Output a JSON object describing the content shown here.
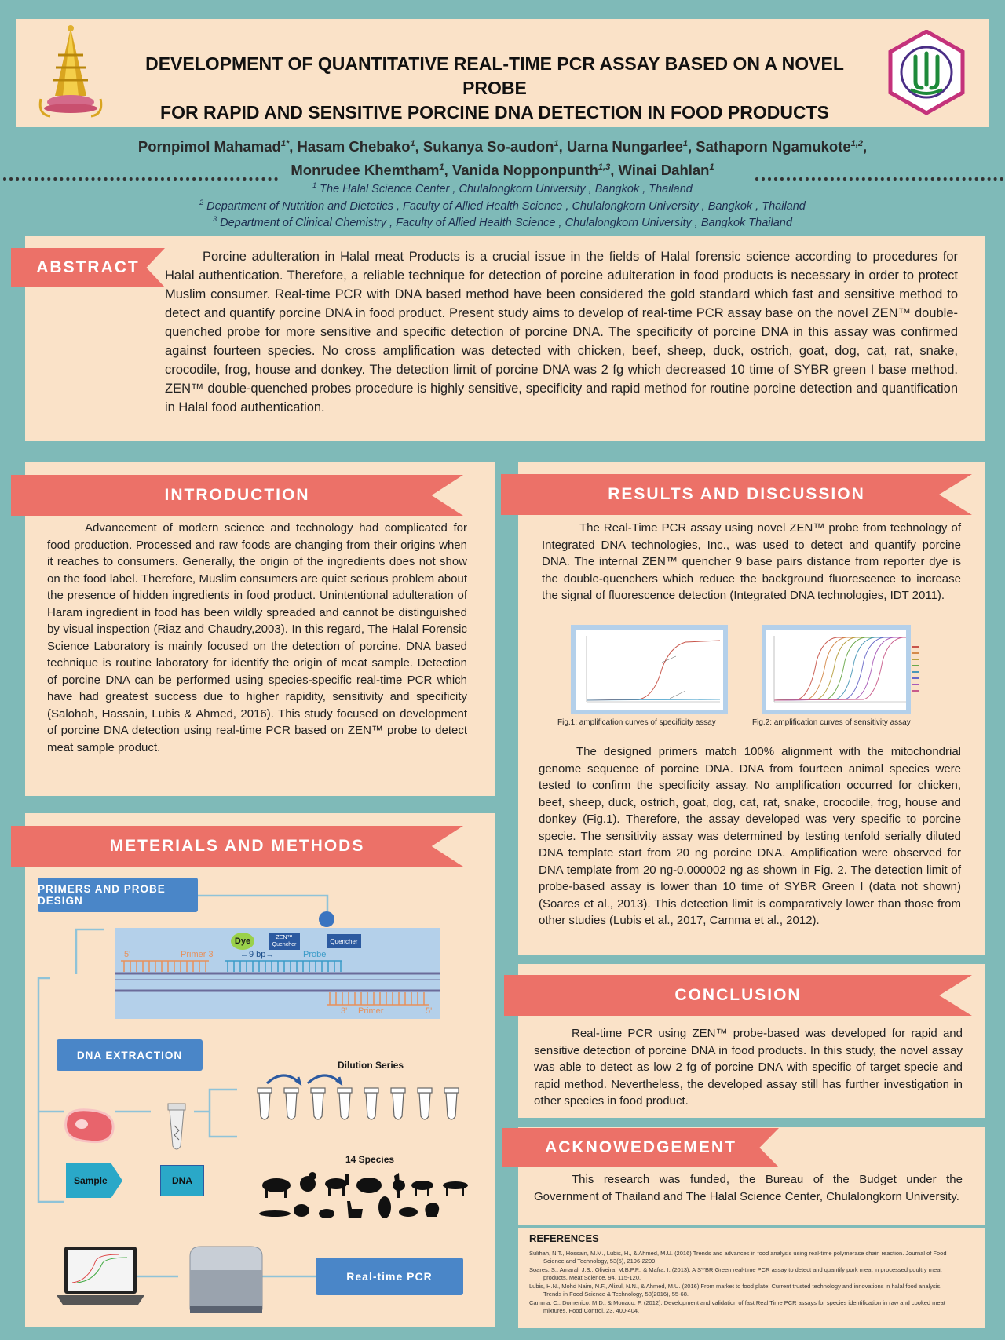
{
  "header": {
    "title_line1": "DEVELOPMENT OF QUANTITATIVE REAL-TIME PCR ASSAY BASED ON A NOVEL PROBE",
    "title_line2": "FOR RAPID AND SENSITIVE PORCINE DNA DETECTION IN FOOD PRODUCTS",
    "authors_line1": [
      {
        "name": "Pornpimol Mahamad",
        "sup": "1*"
      },
      {
        "name": ", Hasam Chebako",
        "sup": "1"
      },
      {
        "name": ", Sukanya So-audon",
        "sup": "1"
      },
      {
        "name": ", Uarna Nungarlee",
        "sup": "1"
      },
      {
        "name": ", Sathaporn Ngamukote",
        "sup": "1,2"
      },
      {
        "name": ",",
        "sup": ""
      }
    ],
    "authors_line2": [
      {
        "name": "Monrudee Khemtham",
        "sup": "1"
      },
      {
        "name": ", Vanida Nopponpunth",
        "sup": "1,3"
      },
      {
        "name": ", Winai Dahlan",
        "sup": "1"
      }
    ],
    "affiliations": [
      {
        "sup": "1",
        "text": " The Halal Science Center , Chulalongkorn University , Bangkok , Thailand"
      },
      {
        "sup": "2",
        "text": " Department of Nutrition and Dietetics , Faculty of Allied Health Science , Chulalongkorn University , Bangkok , Thailand"
      },
      {
        "sup": "3",
        "text": " Department of Clinical Chemistry , Faculty of Allied Health Science , Chulalongkorn University , Bangkok Thailand"
      }
    ]
  },
  "abstract": {
    "heading": "ABSTRACT",
    "text": "Porcine adulteration in Halal meat Products is a crucial issue in the fields of Halal forensic science according to procedures for Halal authentication. Therefore, a reliable technique for detection of porcine adulteration in food products is necessary in order to protect Muslim consumer. Real-time PCR with DNA based method have been considered the gold standard which fast and sensitive method to detect and quantify porcine DNA in food product. Present study aims to develop of real-time PCR assay base on the novel ZEN™ double-quenched probe for more sensitive and specific detection of porcine DNA. The specificity of porcine DNA in this assay was confirmed against fourteen species. No cross amplification was detected with chicken, beef, sheep, duck, ostrich, goat, dog, cat, rat, snake, crocodile, frog, house and donkey. The detection limit of porcine DNA was 2 fg which decreased 10 time of SYBR green I base method. ZEN™ double-quenched probes procedure is highly sensitive, specificity and rapid method for routine porcine detection and quantification in Halal food authentication."
  },
  "introduction": {
    "heading": "INTRODUCTION",
    "text": "Advancement of modern science and technology had complicated for food production. Processed and raw foods are changing from their origins when it reaches to consumers. Generally, the origin of the ingredients does not show on the food label.  Therefore, Muslim consumers are quiet serious problem about the presence of hidden ingredients in food product. Unintentional adulteration of Haram ingredient in food has been wildly spreaded and cannot be distinguished by visual inspection (Riaz and Chaudry,2003). In this regard, The Halal Forensic Science Laboratory is mainly focused on the detection of porcine. DNA based technique is routine laboratory for identify the origin of meat sample. Detection of porcine DNA can be performed using species-specific real-time PCR which have had greatest success due to higher rapidity, sensitivity and specificity (Salohah, Hassain, Lubis & Ahmed, 2016).  This study focused on development of porcine DNA detection using real-time PCR based on ZEN™ probe to detect meat sample product."
  },
  "methods": {
    "heading": "METERIALS AND METHODS",
    "primers_box": "PRIMERS AND PROBE DESIGN",
    "dna_extraction_box": "DNA EXTRACTION",
    "sample_label": "Sample",
    "dna_label": "DNA",
    "dilution_label": "Dilution Series",
    "species_label": "14 Species",
    "pcr_box": "Real-time PCR",
    "diagram": {
      "dye": "Dye",
      "zen": "ZEN™",
      "zen_sub": "Quencher",
      "quencher": "Quencher",
      "five_prime_top": "5'",
      "primer_top": "Primer 3'",
      "bp": "←9 bp→",
      "probe": "Probe",
      "three_prime_bottom": "3'",
      "primer_bottom": "Primer",
      "five_prime_bottom": "5'"
    }
  },
  "results": {
    "heading": "RESULTS AND DISCUSSION",
    "text1": "The Real-Time PCR assay using novel ZEN™ probe from technology of Integrated DNA technologies, Inc., was used to detect and quantify porcine DNA. The internal ZEN™ quencher 9 base pairs distance from reporter dye is the double-quenchers which reduce the background fluorescence to increase the signal of fluorescence detection (Integrated DNA technologies, IDT 2011).",
    "fig1_caption": "Fig.1: amplification curves of specificity assay",
    "fig2_caption": "Fig.2: amplification curves of sensitivity assay",
    "text2": "The designed primers match 100% alignment with the mitochondrial genome sequence of porcine DNA. DNA from fourteen animal species were tested to confirm the specificity assay. No amplification occurred for chicken, beef, sheep, duck, ostrich, goat, dog, cat, rat, snake, crocodile, frog, house and donkey (Fig.1). Therefore, the assay developed was very specific to porcine specie. The sensitivity assay was determined by testing tenfold serially diluted DNA template start from 20 ng porcine DNA. Amplification were observed for DNA template from 20 ng-0.000002 ng as shown in Fig. 2. The detection limit of probe-based assay is lower than 10 time of SYBR Green I (data not shown) (Soares et al., 2013). This detection limit is comparatively lower than those from other studies (Lubis et al., 2017, Camma et al., 2012)."
  },
  "conclusion": {
    "heading": "CONCLUSION",
    "text": "Real-time PCR using ZEN™ probe-based was developed for rapid and sensitive detection of porcine DNA in food products. In this study, the novel assay was able to detect as low 2 fg of porcine DNA with specific of target specie and rapid method. Nevertheless, the developed assay still has further investigation in other species in food product."
  },
  "acknowledgement": {
    "heading": "ACKNOWEDGEMENT",
    "text": "This research was funded, the Bureau of the Budget under the Government of Thailand and The Halal Science Center, Chulalongkorn University."
  },
  "references": {
    "heading": "REFERENCES",
    "items": [
      "Sulihah, N.T., Hossain, M.M., Lubis, H., & Ahmed, M.U. (2016) Trends and advances in food analysis using real-time polymerase chain reaction. Journal of Food Science and Technology, 53(5), 2196-2209.",
      "Soares, S., Amaral, J.S., Oliveira, M.B.P.P., & Mafra, I. (2013). A SYBR Green real-time PCR assay to detect and quantify pork meat in processed poultry meat products. Meat Science, 94, 115-120.",
      "Lubis, H.N., Mohd Naim, N.F., Alizul, N.N., & Ahmed, M.U. (2016) From market to food plate: Current trusted technology and innovations in halal food analysis. Trends in Food Science & Technology, 58(2016), 55-68.",
      "Camma, C., Domenico, M.D., & Monaco, F. (2012). Development and validation of fast Real Time PCR assays for species identification in raw and cooked meat mixtures. Food Control, 23, 400-404."
    ]
  },
  "colors": {
    "background": "#7fbab8",
    "panel": "#fae2c8",
    "ribbon": "#ec7168",
    "box_blue": "#4a86c8"
  },
  "icons": [
    "crown-logo-icon",
    "halal-logo-icon",
    "meat-icon",
    "tube-icon",
    "laptop-icon",
    "pcr-machine-icon",
    "animal-silhouettes-icon"
  ]
}
